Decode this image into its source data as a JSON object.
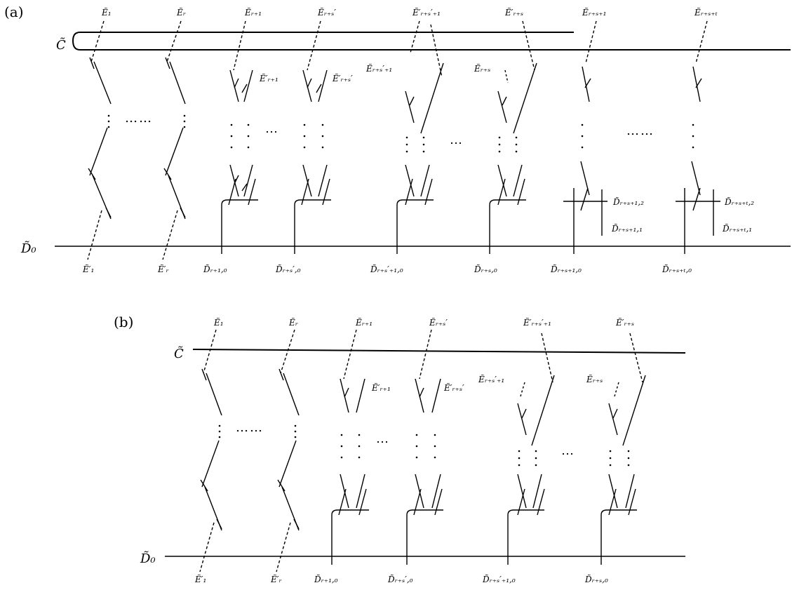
{
  "panels": {
    "a": {
      "tag": "(a)",
      "curve_c": "C̃",
      "curve_d0": "D̃₀",
      "top_labels": [
        "Ẽ₁",
        "Ẽᵣ",
        "Ẽᵣ₊₁",
        "Ẽᵣ₊ₛ′",
        "Ẽ′ᵣ₊ₛ′₊₁",
        "Ẽ′ᵣ₊ₛ",
        "Ẽᵣ₊ₛ₊₁",
        "Ẽᵣ₊ₛ₊ₜ"
      ],
      "inner_labels": [
        "Ẽ′ᵣ₊₁",
        "Ẽ′ᵣ₊ₛ′",
        "Ẽᵣ₊ₛ′₊₁",
        "Ẽᵣ₊ₛ"
      ],
      "bottom_labels": [
        "Ẽ′₁",
        "Ẽ′ᵣ",
        "D̃ᵣ₊₁,₀",
        "D̃ᵣ₊ₛ′,₀",
        "D̃ᵣ₊ₛ′₊₁,₀",
        "D̃ᵣ₊ₛ,₀",
        "D̃ᵣ₊ₛ₊₁,₀",
        "D̃ᵣ₊ₛ₊ₜ,₀"
      ],
      "side_labels": [
        "D̃ᵣ₊ₛ₊₁,₂",
        "D̃ᵣ₊ₛ₊₁,₁",
        "D̃ᵣ₊ₛ₊ₜ,₂",
        "D̃ᵣ₊ₛ₊ₜ,₁"
      ],
      "dots": {
        "long": "……",
        "short": "⋯"
      }
    },
    "b": {
      "tag": "(b)",
      "curve_c": "C̃",
      "curve_d0": "D̃₀",
      "top_labels": [
        "Ẽ₁",
        "Ẽᵣ",
        "Ẽᵣ₊₁",
        "Ẽᵣ₊ₛ′",
        "Ẽ′ᵣ₊ₛ′₊₁",
        "Ẽ′ᵣ₊ₛ"
      ],
      "inner_labels": [
        "Ẽ′ᵣ₊₁",
        "Ẽ′ᵣ₊ₛ′",
        "Ẽᵣ₊ₛ′₊₁",
        "Ẽᵣ₊ₛ"
      ],
      "bottom_labels": [
        "Ẽ′₁",
        "Ẽ′ᵣ",
        "D̃ᵣ₊₁,₀",
        "D̃ᵣ₊ₛ′,₀",
        "D̃ᵣ₊ₛ′₊₁,₀",
        "D̃ᵣ₊ₛ,₀"
      ],
      "dots": {
        "long": "……",
        "short": "⋯"
      }
    }
  }
}
